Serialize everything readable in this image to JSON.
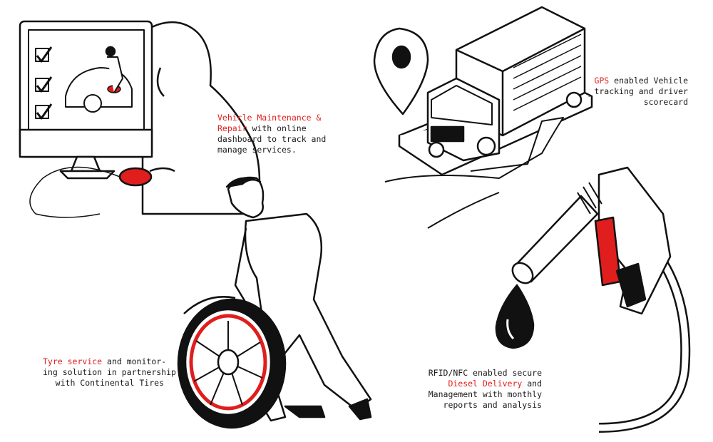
{
  "colors": {
    "accent": "#e01e1e",
    "ink": "#111111",
    "background": "#ffffff"
  },
  "sections": {
    "maintenance": {
      "highlight_lines": [
        "Vehicle Maintenance &",
        "Repair"
      ],
      "rest_first": " with online",
      "rest_lines": [
        "dashboard to track and",
        "manage services."
      ]
    },
    "gps": {
      "highlight": "GPS",
      "rest_first": " enabled Vehicle",
      "rest_lines": [
        "tracking and driver",
        "scorecard"
      ]
    },
    "tyre": {
      "highlight": "Tyre service",
      "rest_first": " and monitor-",
      "rest_lines": [
        "ing solution in partnership",
        "with Continental Tires"
      ]
    },
    "diesel": {
      "line1": "RFID/NFC enabled secure",
      "highlight": "Diesel Delivery",
      "after_highlight": " and",
      "line3": "Management  with monthly",
      "line4": "reports and analysis"
    }
  },
  "illustrations": {
    "monitor": "computer-monitor-icon",
    "truck": "delivery-truck-icon",
    "tyre": "tyre-wheel-icon",
    "nozzle": "fuel-nozzle-icon"
  }
}
